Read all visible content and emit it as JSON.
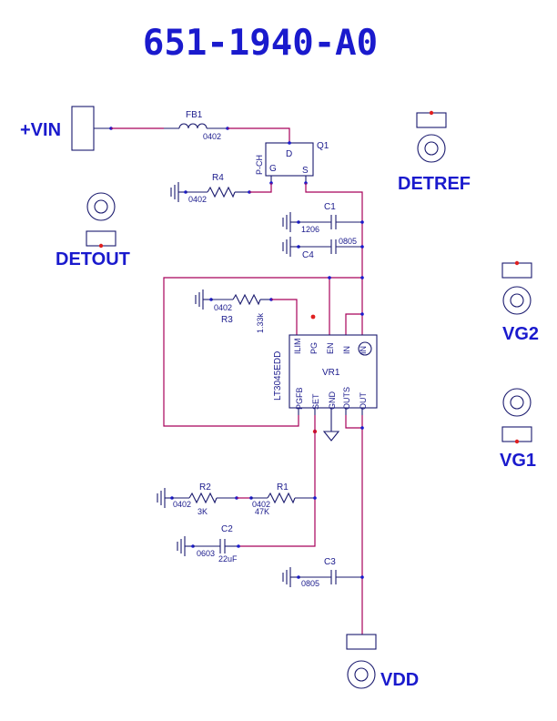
{
  "title": "651-1940-A0",
  "connectors": {
    "vin": "+VIN",
    "detref": "DETREF",
    "detout": "DETOUT",
    "vg2": "VG2",
    "vg1": "VG1",
    "vdd": "VDD"
  },
  "components": {
    "fb1": {
      "ref": "FB1",
      "pkg": "0402"
    },
    "q1": {
      "ref": "Q1",
      "type": "P-CH",
      "pins": [
        "G",
        "D",
        "S"
      ]
    },
    "r4": {
      "ref": "R4",
      "pkg": "0402"
    },
    "c1": {
      "ref": "C1",
      "pkg": "1206"
    },
    "c4": {
      "ref": "C4",
      "pkg": "0805"
    },
    "r3": {
      "ref": "R3",
      "pkg": "0402",
      "value": "1.33k"
    },
    "vr1": {
      "ref": "VR1",
      "part": "LT3045EDD",
      "pins_top": [
        "ILIM",
        "PG",
        "EN",
        "IN",
        "IN"
      ],
      "pins_bottom": [
        "PGFB",
        "SET",
        "GND",
        "OUTS",
        "OUT"
      ]
    },
    "r2": {
      "ref": "R2",
      "pkg": "0402",
      "value": "3K"
    },
    "r1": {
      "ref": "R1",
      "pkg": "0402",
      "value": "47K"
    },
    "c2": {
      "ref": "C2",
      "pkg": "0603",
      "value": "22uF"
    },
    "c3": {
      "ref": "C3",
      "pkg": "0805"
    }
  },
  "colors": {
    "wire": "#a8005a",
    "symbol": "#1a1a6e",
    "text": "#1a1acd",
    "marker": "#e02020"
  }
}
